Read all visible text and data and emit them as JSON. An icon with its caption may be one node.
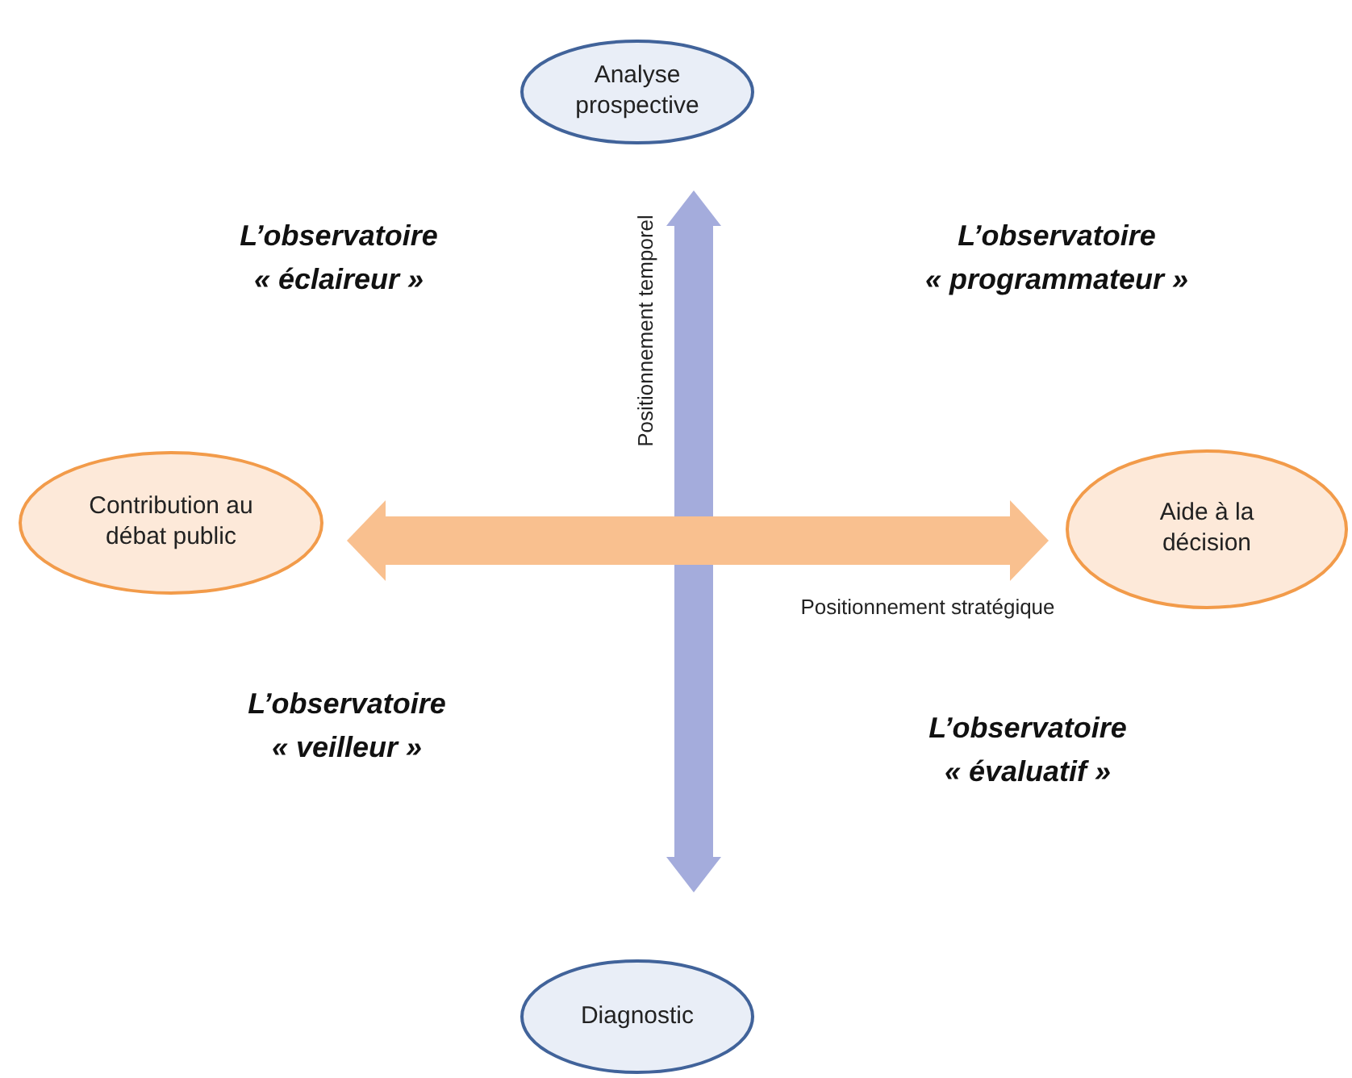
{
  "diagram": {
    "nodes": [
      {
        "text": [
          "Analyse prospective"
        ]
      },
      {
        "text": [
          "Contribution au débat public"
        ]
      },
      {
        "text": [
          "Aide à la décision"
        ]
      },
      {
        "text": [
          "Diagnostic"
        ]
      }
    ],
    "edges": [
      {
        "from": 0,
        "to": 3,
        "arrow": "both",
        "label": "Positionnement temporel",
        "color": "#a4acdc"
      },
      {
        "from": 1,
        "to": 2,
        "arrow": "both",
        "label": "Positionnement stratégique",
        "color": "#f9c08f"
      }
    ],
    "labels": [
      "L’observatoire « éclaireur »",
      "L’observatoire « programmateur »",
      "L’observatoire « veilleur »",
      "L’observatoire « évaluatif »"
    ]
  }
}
